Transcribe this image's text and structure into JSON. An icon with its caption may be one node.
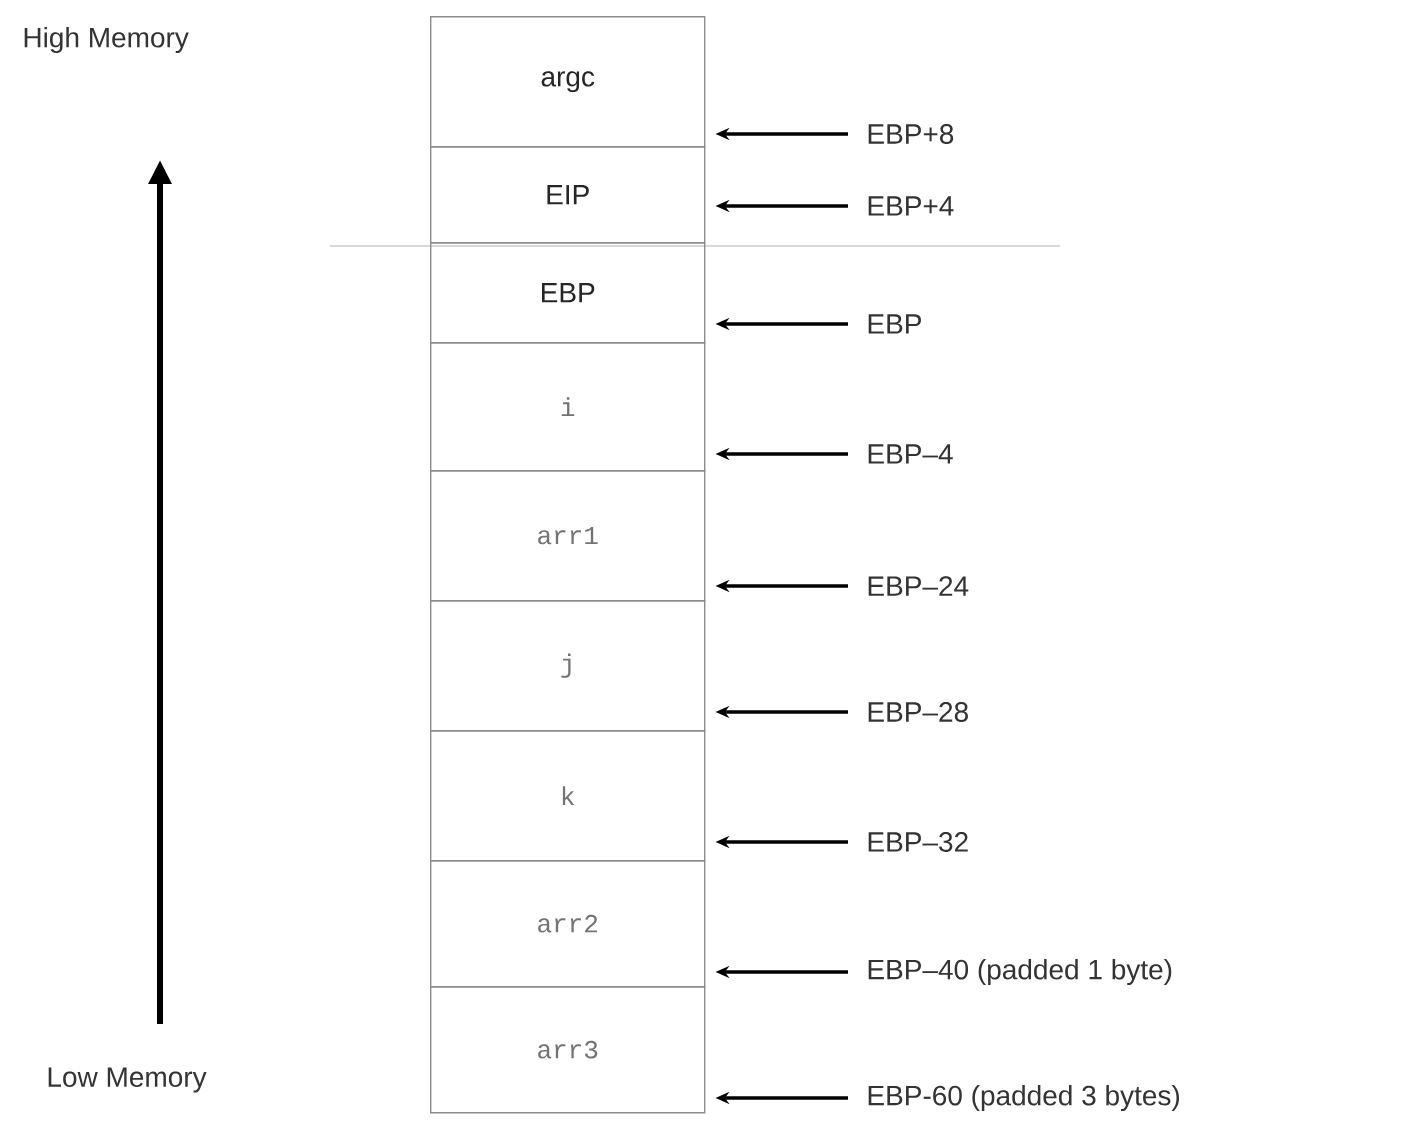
{
  "diagram": {
    "nodes": [
      {
        "text": [
          "argc"
        ]
      },
      {
        "text": [
          "EIP"
        ]
      },
      {
        "text": [
          "EBP"
        ]
      },
      {
        "text": [
          "i"
        ]
      },
      {
        "text": [
          "arr1"
        ]
      },
      {
        "text": [
          "j"
        ]
      },
      {
        "text": [
          "k"
        ]
      },
      {
        "text": [
          "arr2"
        ]
      },
      {
        "text": [
          "arr3"
        ]
      },
      {
        "text": [
          "EBP+8"
        ]
      },
      {
        "text": [
          "EBP+4"
        ]
      },
      {
        "text": [
          "EBP"
        ]
      },
      {
        "text": [
          "EBP–4"
        ]
      },
      {
        "text": [
          "EBP–24"
        ]
      },
      {
        "text": [
          "EBP–28"
        ]
      },
      {
        "text": [
          "EBP–32"
        ]
      },
      {
        "text": [
          "EBP–40 (padded 1 byte)"
        ]
      },
      {
        "text": [
          "EBP-60 (padded 3 bytes)"
        ]
      }
    ],
    "edges": [
      {
        "from": 9,
        "to": 0,
        "arrow": "to"
      },
      {
        "from": 10,
        "to": 1,
        "arrow": "to"
      },
      {
        "from": 11,
        "to": 2,
        "arrow": "to"
      },
      {
        "from": 12,
        "to": 3,
        "arrow": "to"
      },
      {
        "from": 13,
        "to": 4,
        "arrow": "to"
      },
      {
        "from": 14,
        "to": 5,
        "arrow": "to"
      },
      {
        "from": 15,
        "to": 6,
        "arrow": "to"
      },
      {
        "from": 16,
        "to": 7,
        "arrow": "to"
      },
      {
        "from": 17,
        "to": 8,
        "arrow": "to"
      }
    ],
    "labels": [
      "High Memory",
      "Low Memory"
    ]
  }
}
